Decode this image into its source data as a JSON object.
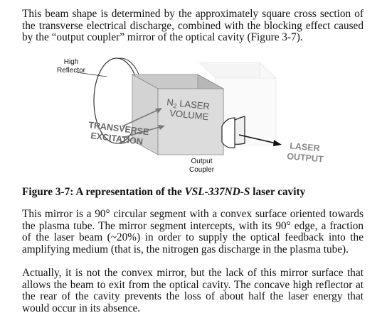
{
  "text": {
    "para1": "This beam shape is determined by the approximately square cross section of the transverse electrical discharge, combined with the blocking effect caused by the “output coupler” mirror of the optical cavity (Figure 3-7).",
    "caption_prefix": "Figure 3-7: A representation of the ",
    "caption_italic": "VSL-337ND-S",
    "caption_suffix": " laser cavity",
    "para3_a": "This mirror is a 90° circular segment with a convex surface oriented towards the plasma tube. The mirror segment intercepts, with its 90° edge, a fraction of the laser beam (~20%",
    "para3_b": ") in order to supply the optical feedback into the amplifying medium (that is, the nitrogen gas discharge in the plasma tube).",
    "para4": "Actually, it is not the convex mirror, but the lack of this mirror surface that allows the beam to exit from the optical cavity. The concave high reflector at the rear of the cavity prevents the loss of about half the laser energy that would occur in its absence."
  },
  "figure": {
    "high_reflector_line1": "High",
    "high_reflector_line2": "Reflector",
    "volume_n": "N",
    "volume_sub": "2",
    "volume_line1_rest": " LASER",
    "volume_line2": "VOLUME",
    "excitation_line1": "TRANSVERSE",
    "excitation_line2": "EXCITATION",
    "output_line1": "LASER",
    "output_line2": "OUTPUT",
    "coupler_line1": "Output",
    "coupler_line2": "Coupler"
  }
}
